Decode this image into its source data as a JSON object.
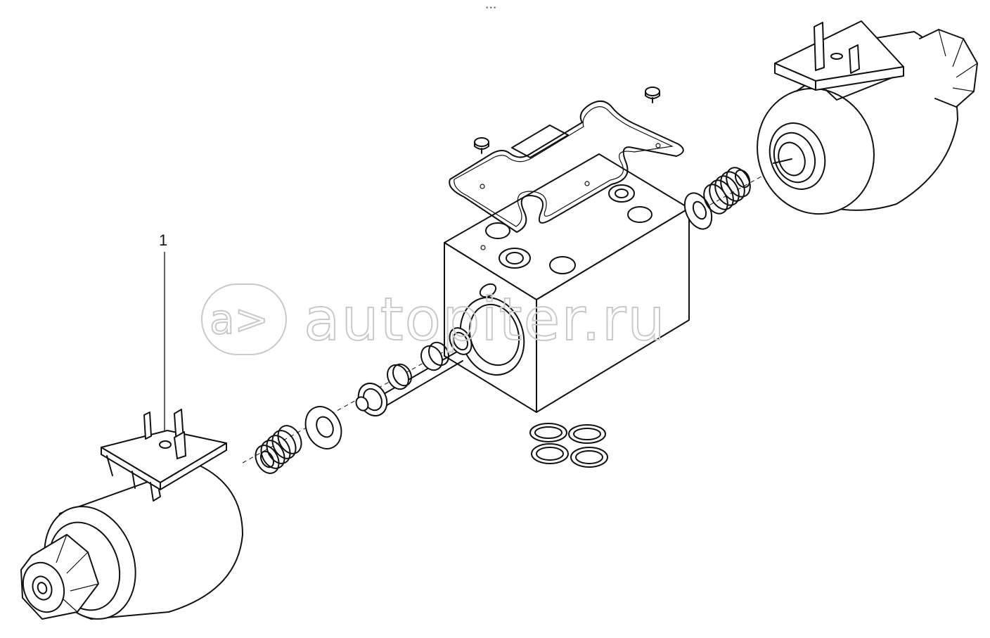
{
  "header": {
    "menu_glyph": "•••"
  },
  "callouts": [
    {
      "number": "1"
    }
  ],
  "watermark": {
    "glyph": "a>",
    "text": "autopiter.ru",
    "color": "#c9c9c9"
  },
  "parts": [
    "left-solenoid-coil",
    "left-connector-plug",
    "left-spring",
    "left-washer",
    "spool",
    "valve-body",
    "top-gasket",
    "top-screws",
    "o-rings",
    "right-washer",
    "right-spring",
    "right-solenoid-coil",
    "right-connector-plug"
  ]
}
